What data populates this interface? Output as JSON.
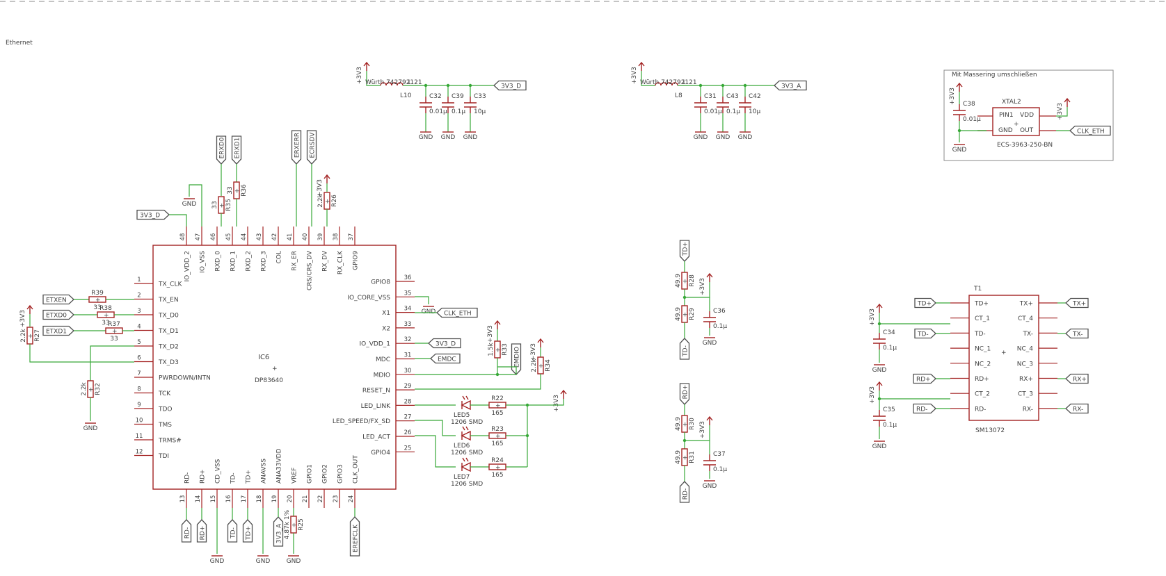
{
  "sheet": {
    "title": "Ethernet"
  },
  "power": {
    "p3v3": "+3V3",
    "gnd": "GND",
    "v3v3_d": "3V3_D",
    "v3v3_a": "3V3_A"
  },
  "filter_d": {
    "inductor_value": "Würth 742792121",
    "inductor_part": "1",
    "inductor_name": "L10",
    "caps": [
      {
        "name": "C32",
        "value": "0.01µ"
      },
      {
        "name": "C39",
        "value": "0.1µ"
      },
      {
        "name": "C33",
        "value": "10µ"
      }
    ]
  },
  "filter_a": {
    "inductor_value": "Würth 742792121",
    "inductor_part": "1",
    "inductor_name": "L8",
    "caps": [
      {
        "name": "C31",
        "value": "0.01µ"
      },
      {
        "name": "C43",
        "value": "0.1µ"
      },
      {
        "name": "C42",
        "value": "10µ"
      }
    ]
  },
  "crystal": {
    "note": "Mit Massering umschließen",
    "name": "XTAL2",
    "part": "ECS-3963-250-BN",
    "pins": [
      "PIN1",
      "VDD",
      "GND",
      "OUT"
    ],
    "cap_name": "C38",
    "cap_value": "0.01µ",
    "clk_label": "CLK_ETH"
  },
  "phy": {
    "name": "IC6",
    "value": "DP83640",
    "left_pins": [
      {
        "num": "1",
        "name": "TX_CLK"
      },
      {
        "num": "2",
        "name": "TX_EN"
      },
      {
        "num": "3",
        "name": "TX_D0"
      },
      {
        "num": "4",
        "name": "TX_D1"
      },
      {
        "num": "5",
        "name": "TX_D2"
      },
      {
        "num": "6",
        "name": "TX_D3"
      },
      {
        "num": "7",
        "name": "PWRDOWN/INTN"
      },
      {
        "num": "8",
        "name": "TCK"
      },
      {
        "num": "9",
        "name": "TDO"
      },
      {
        "num": "10",
        "name": "TMS"
      },
      {
        "num": "11",
        "name": "TRMS#"
      },
      {
        "num": "12",
        "name": "TDI"
      }
    ],
    "right_pins": [
      {
        "num": "36",
        "name": "GPIO8"
      },
      {
        "num": "35",
        "name": "IO_CORE_VSS"
      },
      {
        "num": "34",
        "name": "X1"
      },
      {
        "num": "33",
        "name": "X2"
      },
      {
        "num": "32",
        "name": "IO_VDD_1"
      },
      {
        "num": "31",
        "name": "MDC"
      },
      {
        "num": "30",
        "name": "MDIO"
      },
      {
        "num": "29",
        "name": "RESET_N"
      },
      {
        "num": "28",
        "name": "LED_LINK"
      },
      {
        "num": "27",
        "name": "LED_SPEED/FX_SD"
      },
      {
        "num": "26",
        "name": "LED_ACT"
      },
      {
        "num": "25",
        "name": "GPIO4"
      }
    ],
    "top_pins": [
      {
        "num": "48",
        "name": "IO_VDD_2"
      },
      {
        "num": "47",
        "name": "IO_VSS"
      },
      {
        "num": "46",
        "name": "RXD_0"
      },
      {
        "num": "45",
        "name": "RXD_1"
      },
      {
        "num": "44",
        "name": "RXD_2"
      },
      {
        "num": "43",
        "name": "RXD_3"
      },
      {
        "num": "42",
        "name": "COL"
      },
      {
        "num": "41",
        "name": "RX_ER"
      },
      {
        "num": "40",
        "name": "CRS/CRS_DV"
      },
      {
        "num": "39",
        "name": "RX_DV"
      },
      {
        "num": "38",
        "name": "RX_CLK"
      },
      {
        "num": "37",
        "name": "GPIO9"
      }
    ],
    "bottom_pins": [
      {
        "num": "13",
        "name": "RD-"
      },
      {
        "num": "14",
        "name": "RD+"
      },
      {
        "num": "15",
        "name": "CD_VSS"
      },
      {
        "num": "16",
        "name": "TD-"
      },
      {
        "num": "17",
        "name": "TD+"
      },
      {
        "num": "18",
        "name": "ANAVSS"
      },
      {
        "num": "19",
        "name": "ANA33VDD"
      },
      {
        "num": "20",
        "name": "VREF"
      },
      {
        "num": "21",
        "name": "GPIO1"
      },
      {
        "num": "22",
        "name": "GPIO2"
      },
      {
        "num": "23",
        "name": "GPIO3"
      },
      {
        "num": "24",
        "name": "CLK_OUT"
      }
    ]
  },
  "labels": {
    "erxd0": "ERXD0",
    "erxd1": "ERXD1",
    "erxerr": "ERXERR",
    "ecrsdv": "ECRSDV",
    "etxen": "ETXEN",
    "etxd0": "ETXD0",
    "etxd1": "ETXD1",
    "emdc": "EMDC",
    "emdio": "EMDIO",
    "erefclk": "EREFCLK",
    "clk_eth": "CLK_ETH",
    "rdm": "RD-",
    "rdp": "RD+",
    "tdm": "TD-",
    "tdp": "TD+"
  },
  "resistors": {
    "R35": {
      "name": "R35",
      "value": "33"
    },
    "R36": {
      "name": "R36",
      "value": "33"
    },
    "R26": {
      "name": "R26",
      "value": "2.2k"
    },
    "R39": {
      "name": "R39",
      "value": "33"
    },
    "R38": {
      "name": "R38",
      "value": "33"
    },
    "R37": {
      "name": "R37",
      "value": "33"
    },
    "R27": {
      "name": "R27",
      "value": "2.2k"
    },
    "R32": {
      "name": "R32",
      "value": "2.2k"
    },
    "R33": {
      "name": "R33",
      "value": "1.5k"
    },
    "R34": {
      "name": "R34",
      "value": "2.2k"
    },
    "R22": {
      "name": "R22",
      "value": "165"
    },
    "R23": {
      "name": "R23",
      "value": "165"
    },
    "R24": {
      "name": "R24",
      "value": "165"
    },
    "R25": {
      "name": "R25",
      "value": "4.87k 1%"
    },
    "R28": {
      "name": "R28",
      "value": "49.9"
    },
    "R29": {
      "name": "R29",
      "value": "49.9"
    },
    "R30": {
      "name": "R30",
      "value": "49.9"
    },
    "R31": {
      "name": "R31",
      "value": "49.9"
    }
  },
  "leds": [
    {
      "name": "LED5",
      "value": "1206 SMD"
    },
    {
      "name": "LED6",
      "value": "1206 SMD"
    },
    {
      "name": "LED7",
      "value": "1206 SMD"
    }
  ],
  "termination_caps": {
    "C36": {
      "name": "C36",
      "value": "0.1µ"
    },
    "C37": {
      "name": "C37",
      "value": "0.1µ"
    }
  },
  "magnetics": {
    "name": "T1",
    "part": "SM13072",
    "left_pins": [
      "TD+",
      "CT_1",
      "TD-",
      "NC_1",
      "NC_2",
      "RD+",
      "CT_2",
      "RD-"
    ],
    "right_pins": [
      "TX+",
      "CT_4",
      "TX-",
      "NC_4",
      "NC_3",
      "RX+",
      "CT_3",
      "RX-"
    ],
    "caps": [
      {
        "name": "C34",
        "value": "0.1µ"
      },
      {
        "name": "C35",
        "value": "0.1µ"
      }
    ],
    "out_labels": [
      "TX+",
      "TX-",
      "RX+",
      "RX-"
    ]
  }
}
